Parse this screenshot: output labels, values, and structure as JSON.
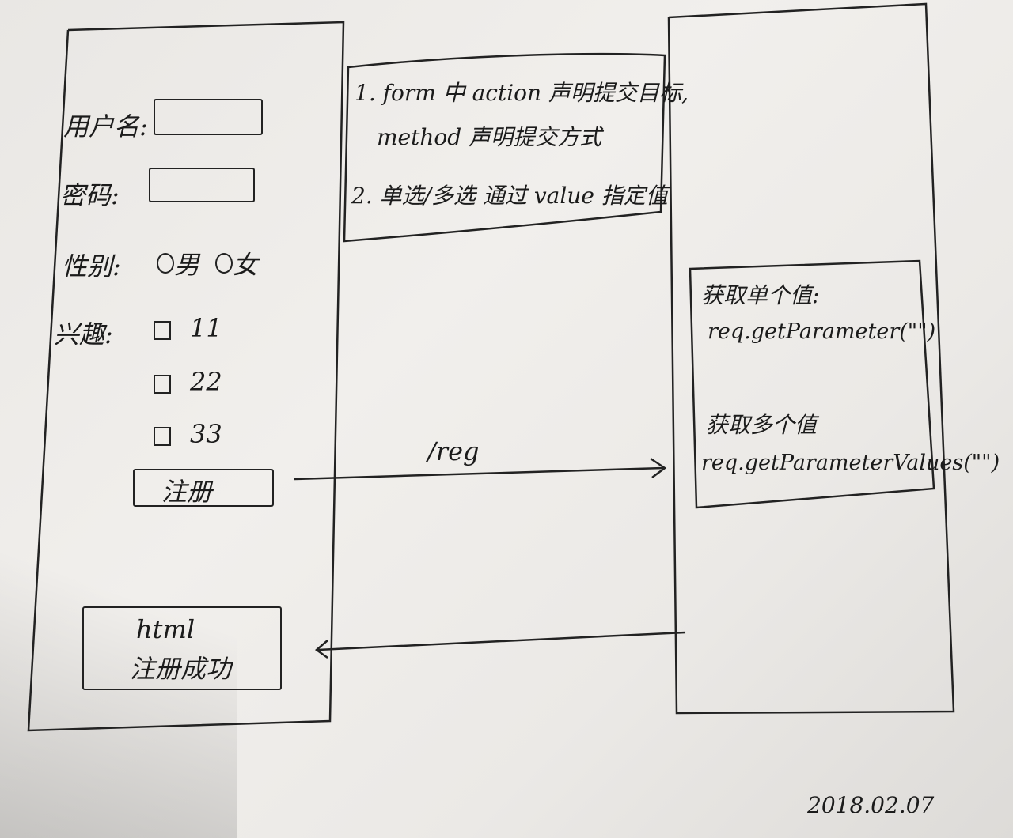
{
  "client_form": {
    "username_label": "用户名:",
    "password_label": "密码:",
    "gender_label": "性别:",
    "gender_options": [
      "男",
      "女"
    ],
    "hobby_label": "兴趣:",
    "hobby_options": [
      "11",
      "22",
      "33"
    ],
    "register_button": "注册"
  },
  "form_notes": {
    "note_1": "1. form 中 action 声明提交目标,",
    "note_1_cont": "method 声明提交方式",
    "note_2": "2. 单选/多选 通过 value 指定值"
  },
  "request_path": "/reg",
  "server_notes": {
    "single_title": "获取单个值:",
    "single_code": "req.getParameter(\"\")",
    "multi_title": "获取多个值",
    "multi_code": "req.getParameterValues(\"\")"
  },
  "response_box": {
    "line_1": "html",
    "line_2": "注册成功"
  },
  "date": "2018.02.07"
}
